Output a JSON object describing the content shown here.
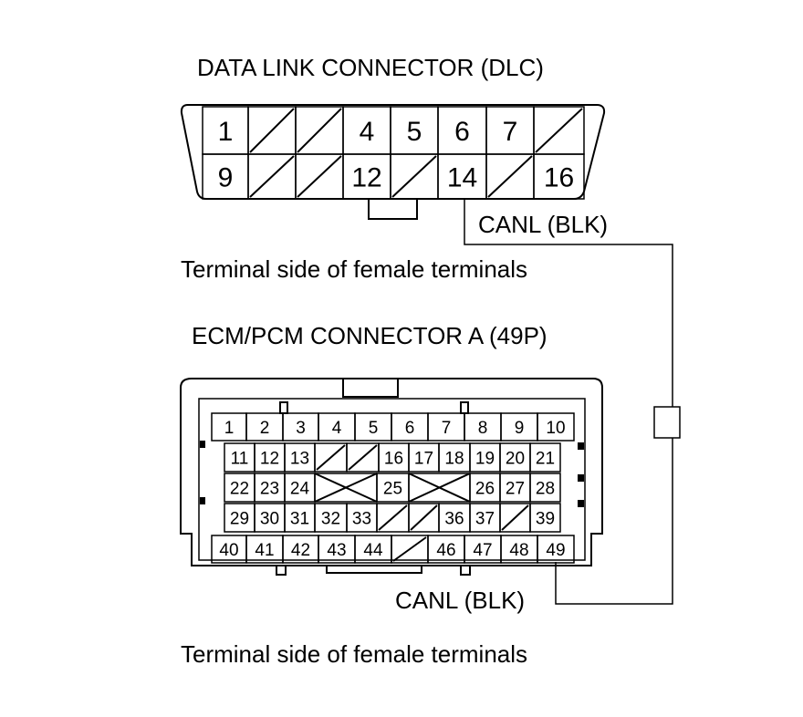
{
  "dlc": {
    "title": "DATA LINK CONNECTOR (DLC)",
    "footnote": "Terminal side of female terminals",
    "wire_label": "CANL (BLK)",
    "rows": [
      [
        "1",
        "",
        "",
        "4",
        "5",
        "6",
        "7",
        ""
      ],
      [
        "9",
        "",
        "",
        "12",
        "",
        "14",
        "",
        "16"
      ]
    ]
  },
  "ecm": {
    "title": "ECM/PCM CONNECTOR A (49P)",
    "footnote": "Terminal side of female terminals",
    "wire_label": "CANL (BLK)",
    "rows": [
      [
        "1",
        "2",
        "3",
        "4",
        "5",
        "6",
        "7",
        "8",
        "9",
        "10"
      ],
      [
        "11",
        "12",
        "13",
        "",
        "",
        "16",
        "17",
        "18",
        "19",
        "20",
        "21"
      ],
      [
        "22",
        "23",
        "24",
        "",
        "25",
        "",
        "26",
        "27",
        "28"
      ],
      [
        "29",
        "30",
        "31",
        "32",
        "33",
        "",
        "",
        "36",
        "37",
        "",
        "39"
      ],
      [
        "40",
        "41",
        "42",
        "43",
        "44",
        "",
        "46",
        "47",
        "48",
        "49"
      ]
    ]
  }
}
